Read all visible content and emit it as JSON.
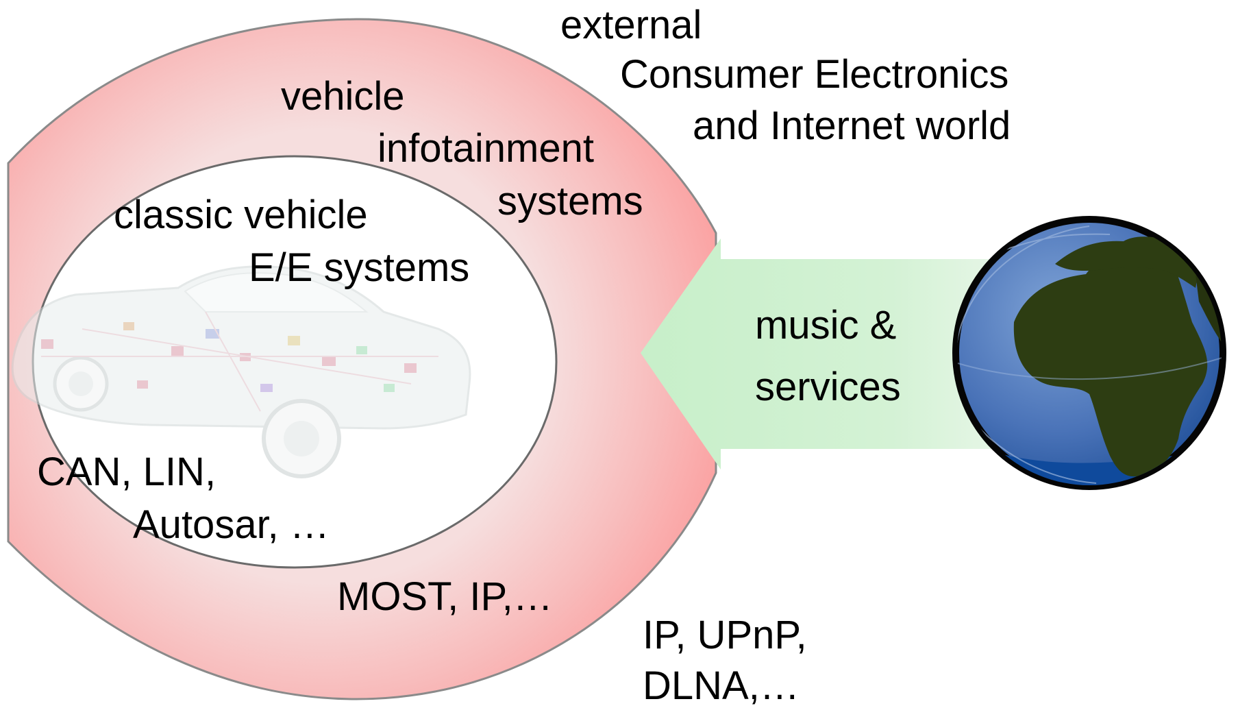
{
  "diagram": {
    "external": {
      "heading": "external",
      "line1": "Consumer Electronics",
      "line2": "and Internet world"
    },
    "infotainment": {
      "line1": "vehicle",
      "line2": "infotainment",
      "line3": "systems",
      "protocols": "MOST, IP,…"
    },
    "classic": {
      "line1": "classic vehicle",
      "line2": "E/E systems",
      "protocols_line1": "CAN, LIN,",
      "protocols_line2": "Autosar, …"
    },
    "arrow": {
      "line1": "music &",
      "line2": "services"
    },
    "external_protocols": {
      "line1": "IP, UPnP,",
      "line2": "DLNA,…"
    },
    "icons": [
      "car-illustration",
      "globe-icon"
    ],
    "colors": {
      "outer_ring": "#fba3a3",
      "ring_center_glow": "#f6dede",
      "inner_ellipse": "#ffffff",
      "outline": "#8a8a8a",
      "arrow_fill": "#c7efc9",
      "arrow_edge": "#e6f6e6",
      "ocean": "#1f5aa8",
      "land": "#2d3d12",
      "globe_border": "#050505"
    }
  }
}
